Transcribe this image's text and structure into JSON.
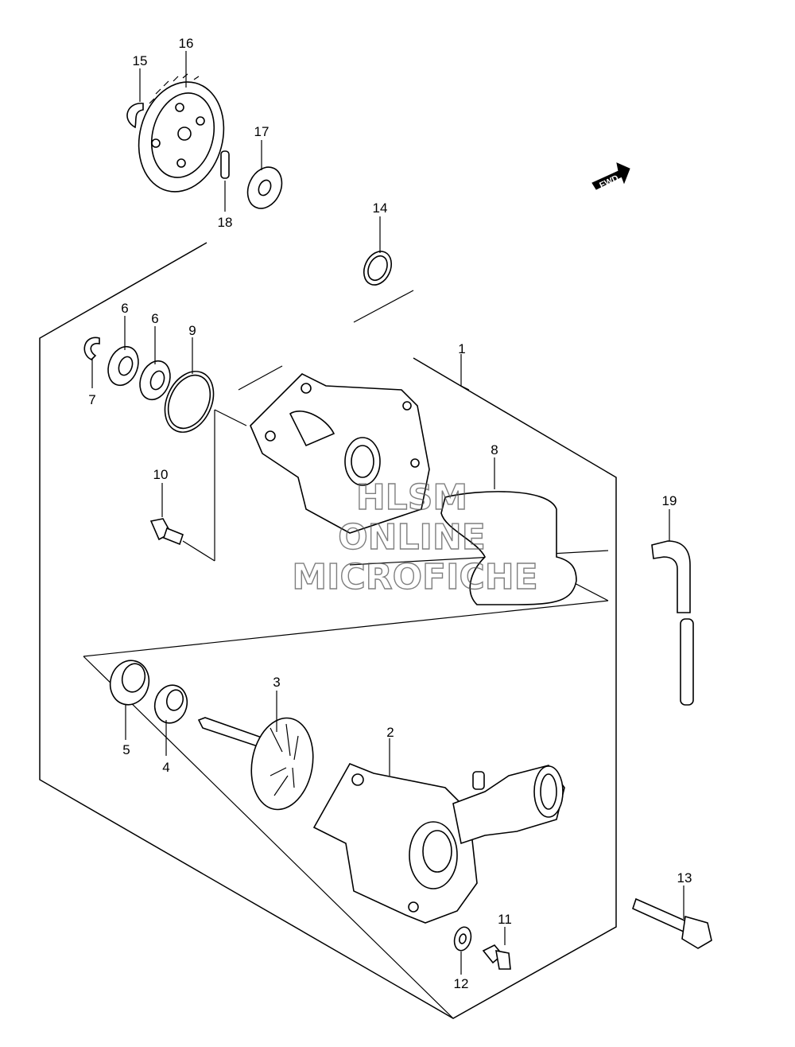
{
  "diagram": {
    "fwd_label": "FWD",
    "callouts": [
      {
        "id": "1",
        "text": "1"
      },
      {
        "id": "2",
        "text": "2"
      },
      {
        "id": "3",
        "text": "3"
      },
      {
        "id": "4",
        "text": "4"
      },
      {
        "id": "5",
        "text": "5"
      },
      {
        "id": "6a",
        "text": "6"
      },
      {
        "id": "6b",
        "text": "6"
      },
      {
        "id": "7",
        "text": "7"
      },
      {
        "id": "8",
        "text": "8"
      },
      {
        "id": "9",
        "text": "9"
      },
      {
        "id": "10",
        "text": "10"
      },
      {
        "id": "11",
        "text": "11"
      },
      {
        "id": "12",
        "text": "12"
      },
      {
        "id": "13",
        "text": "13"
      },
      {
        "id": "14",
        "text": "14"
      },
      {
        "id": "15",
        "text": "15"
      },
      {
        "id": "16",
        "text": "16"
      },
      {
        "id": "17",
        "text": "17"
      },
      {
        "id": "18",
        "text": "18"
      },
      {
        "id": "19",
        "text": "19"
      }
    ]
  },
  "watermark": {
    "line1": "HLSM",
    "line2": "ONLINE",
    "line3": "MICROFICHE"
  }
}
